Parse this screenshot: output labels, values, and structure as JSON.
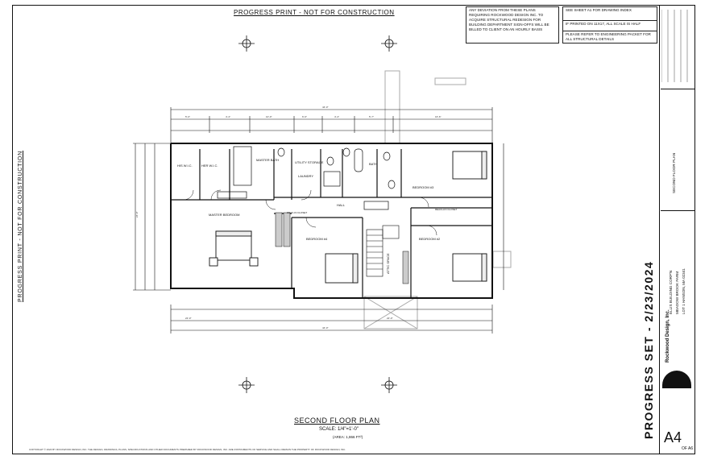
{
  "sheet_header": "PROGRESS PRINT - NOT FOR CONSTRUCTION",
  "side_label": "PROGRESS PRINT - NOT FOR CONSTRUCTION",
  "notes": {
    "deviation": "ANY DEVIATION FROM THESE PLANS REQUIRING ROCKWOOD DESIGN INC. TO ACQUIRE STRUCTURAL REDESIGN FOR BUILDING DEPARTMENT SIGN-OFFS WILL BE BILLED TO CLIENT ON AN HOURLY BASIS",
    "drawing_index": "SEE SHEET A1 FOR DRAWING INDEX",
    "print_scale": "IF PRINTED ON 11X17, ALL SCALE IS HALF",
    "engineering": "PLEASE REFER TO ENGINEERING PACKET FOR ALL STRUCTURAL DETAILS"
  },
  "drawing": {
    "title": "SECOND FLOOR PLAN",
    "scale": "SCALE: 1/4\"=1'-0\"",
    "area": "(AREA: 1,866 FT²)"
  },
  "rooms": {
    "her_wic": "HER W.I.C.",
    "his_wic": "HIS W.I.C.",
    "master_bath": "MASTER BATH",
    "utility": "UTILITY STORAGE",
    "laundry": "LAUNDRY",
    "bath": "BATH",
    "bedroom_3": "BEDROOM #3",
    "master_bedroom": "MASTER BEDROOM",
    "hall": "HALL",
    "bedroom_4": "BEDROOM #4",
    "bedroom_2": "BEDROOM #2",
    "attic": "ATTIC SPACE",
    "wic": "WALK-IN CLOSET",
    "reach_in": "REACH-IN CLOSET"
  },
  "title_block": {
    "sheet_name": "SECOND FLOOR PLAN",
    "project": [
      "ELLIS BUILDING CORP'N",
      "MEADOW BROOK FARM",
      "LOT 1 HANSON, MA 02341"
    ],
    "progress_set": "PROGRESS SET - 2/23/2024",
    "sheet_number": "A4",
    "sheet_of": "OF A6",
    "designer": "Rockwood Design, Inc."
  },
  "copyright": "COPYRIGHT © 2024 BY ROCKWOOD DESIGN, INC. THE DESIGN, DRAWINGS, PLANS, SPECIFICATIONS AND OTHER DOCUMENTS PREPARED BY ROCKWOOD DESIGN, INC. ARE INSTRUMENTS OF SERVICE AND SHALL REMAIN THE PROPERTY OF ROCKWOOD DESIGN, INC."
}
